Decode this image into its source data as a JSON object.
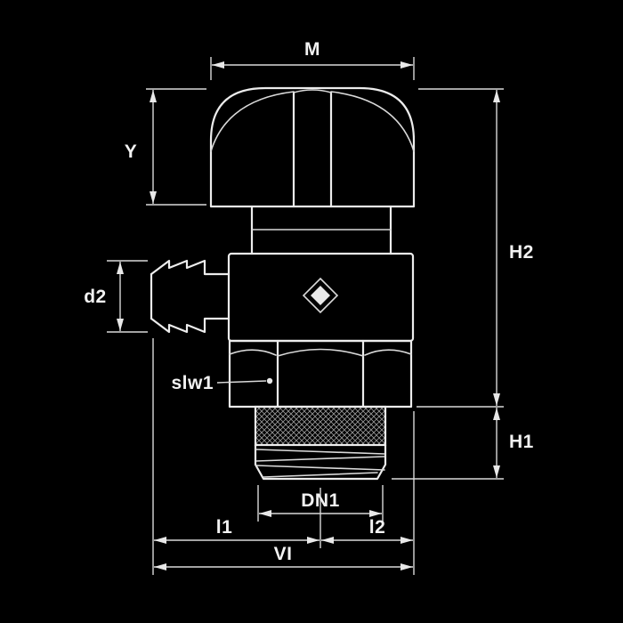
{
  "drawing": {
    "kind": "technical-dimension-drawing",
    "colors": {
      "background": "#000000",
      "line": "#ececec",
      "dimension_line": "#d9d9d9",
      "text": "#f2f2f2",
      "knurl_texture": "#9a9a9a"
    },
    "dimensions": {
      "m": "M",
      "y": "Y",
      "h2": "H2",
      "d2": "d2",
      "slw1": "slw1",
      "h1": "H1",
      "dn1": "DN1",
      "l1": "l1",
      "l2": "l2",
      "vi": "VI"
    }
  }
}
